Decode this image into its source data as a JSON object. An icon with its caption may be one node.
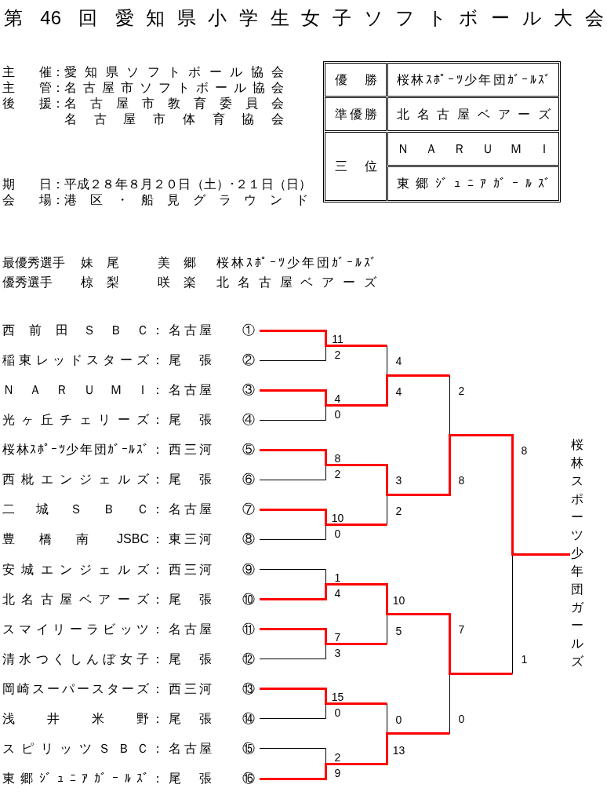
{
  "diagram": {
    "title": "第 46 回 愛知県小学生女子ソフトボール大会",
    "nodes": [
      {
        "text": [
          "西前田ＳＢＣ：",
          "名古屋",
          "①"
        ]
      },
      {
        "text": [
          "稲東レッドスターズ：",
          "尾張",
          "②"
        ]
      },
      {
        "text": [
          "ＮＡＲＵＭＩ：",
          "名古屋",
          "③"
        ]
      },
      {
        "text": [
          "光ヶ丘チェリーズ：",
          "尾張",
          "④"
        ]
      },
      {
        "text": [
          "桜林ｽﾎﾟｰﾂ少年団ｶﾞｰﾙｽﾞ：",
          "西三河",
          "⑤"
        ]
      },
      {
        "text": [
          "西枇エンジェルズ：",
          "尾張",
          "⑥"
        ]
      },
      {
        "text": [
          "二城ＳＢＣ：",
          "名古屋",
          "⑦"
        ]
      },
      {
        "text": [
          "豊橋南 JSBC：",
          "東三河",
          "⑧"
        ]
      },
      {
        "text": [
          "安城エンジェルズ：",
          "西三河",
          "⑨"
        ]
      },
      {
        "text": [
          "北名古屋ベアーズ：",
          "尾張",
          "⑩"
        ]
      },
      {
        "text": [
          "スマイリーラビッツ：",
          "名古屋",
          "⑪"
        ]
      },
      {
        "text": [
          "清水つくしんぼ女子：",
          "尾張",
          "⑫"
        ]
      },
      {
        "text": [
          "岡崎スーパースターズ：",
          "西三河",
          "⑬"
        ]
      },
      {
        "text": [
          "浅井米野：",
          "尾張",
          "⑭"
        ]
      },
      {
        "text": [
          "スピリッツＳＢＣ：",
          "名古屋",
          "⑮"
        ]
      },
      {
        "text": [
          "東郷ｼﾞｭﾆｱｶﾞｰﾙｽﾞ：",
          "尾張",
          "⑯"
        ]
      },
      {
        "text": [
          "桜林スポーツ少年団ガールズ"
        ]
      }
    ],
    "edges": [
      {
        "from": 0,
        "to": null,
        "arrow": "none",
        "style": "thick",
        "color": "#ff0000"
      },
      {
        "from": 1,
        "to": null,
        "arrow": "none",
        "color": "#000000"
      },
      {
        "from": 2,
        "to": null,
        "arrow": "none",
        "style": "thick",
        "color": "#ff0000"
      },
      {
        "from": 3,
        "to": null,
        "arrow": "none",
        "color": "#000000"
      },
      {
        "from": 4,
        "to": 16,
        "arrow": "none",
        "style": "thick",
        "color": "#ff0000"
      },
      {
        "from": 5,
        "to": null,
        "arrow": "none",
        "color": "#000000"
      },
      {
        "from": 6,
        "to": null,
        "arrow": "none",
        "style": "thick",
        "color": "#ff0000"
      },
      {
        "from": 7,
        "to": null,
        "arrow": "none",
        "color": "#000000"
      },
      {
        "from": 8,
        "to": null,
        "arrow": "none",
        "color": "#000000"
      },
      {
        "from": 9,
        "to": null,
        "arrow": "none",
        "style": "thick",
        "color": "#ff0000"
      },
      {
        "from": 10,
        "to": null,
        "arrow": "none",
        "style": "thick",
        "color": "#ff0000"
      },
      {
        "from": 11,
        "to": null,
        "arrow": "none",
        "color": "#000000"
      },
      {
        "from": 12,
        "to": null,
        "arrow": "none",
        "style": "thick",
        "color": "#ff0000"
      },
      {
        "from": 13,
        "to": null,
        "arrow": "none",
        "color": "#000000"
      },
      {
        "from": 14,
        "to": null,
        "arrow": "none",
        "color": "#000000"
      },
      {
        "from": 15,
        "to": null,
        "arrow": "none",
        "style": "thick",
        "color": "#ff0000"
      }
    ],
    "labels": [
      "主催：愛知県ソフトボール協会",
      "主管：名古屋市ソフトボール協会",
      "後援：名古屋市教育委員会",
      "名古屋市体育協会",
      "期日：平成２８年８月２０日（土）･２１日（日）",
      "会場：港区・船見グラウンド",
      "優勝",
      "桜林ｽﾎﾟｰﾂ少年団ｶﾞｰﾙｽﾞ",
      "準優勝",
      "北名古屋ベアーズ",
      "三位",
      "ＮＡＲＵＭＩ",
      "東郷ｼﾞｭﾆｱｶﾞｰﾙｽﾞ",
      "最優秀選手",
      "妹尾　美郷",
      "桜林ｽﾎﾟｰﾂ少年団ｶﾞｰﾙｽﾞ",
      "優秀選手",
      "椋梨　咲楽",
      "北名古屋ベアーズ",
      "11",
      "2",
      "4",
      "0",
      "8",
      "2",
      "10",
      "0",
      "1",
      "4",
      "7",
      "3",
      "15",
      "0",
      "2",
      "9",
      "4",
      "4",
      "3",
      "2",
      "10",
      "5",
      "0",
      "13",
      "2",
      "8",
      "7",
      "0",
      "8",
      "1"
    ]
  }
}
